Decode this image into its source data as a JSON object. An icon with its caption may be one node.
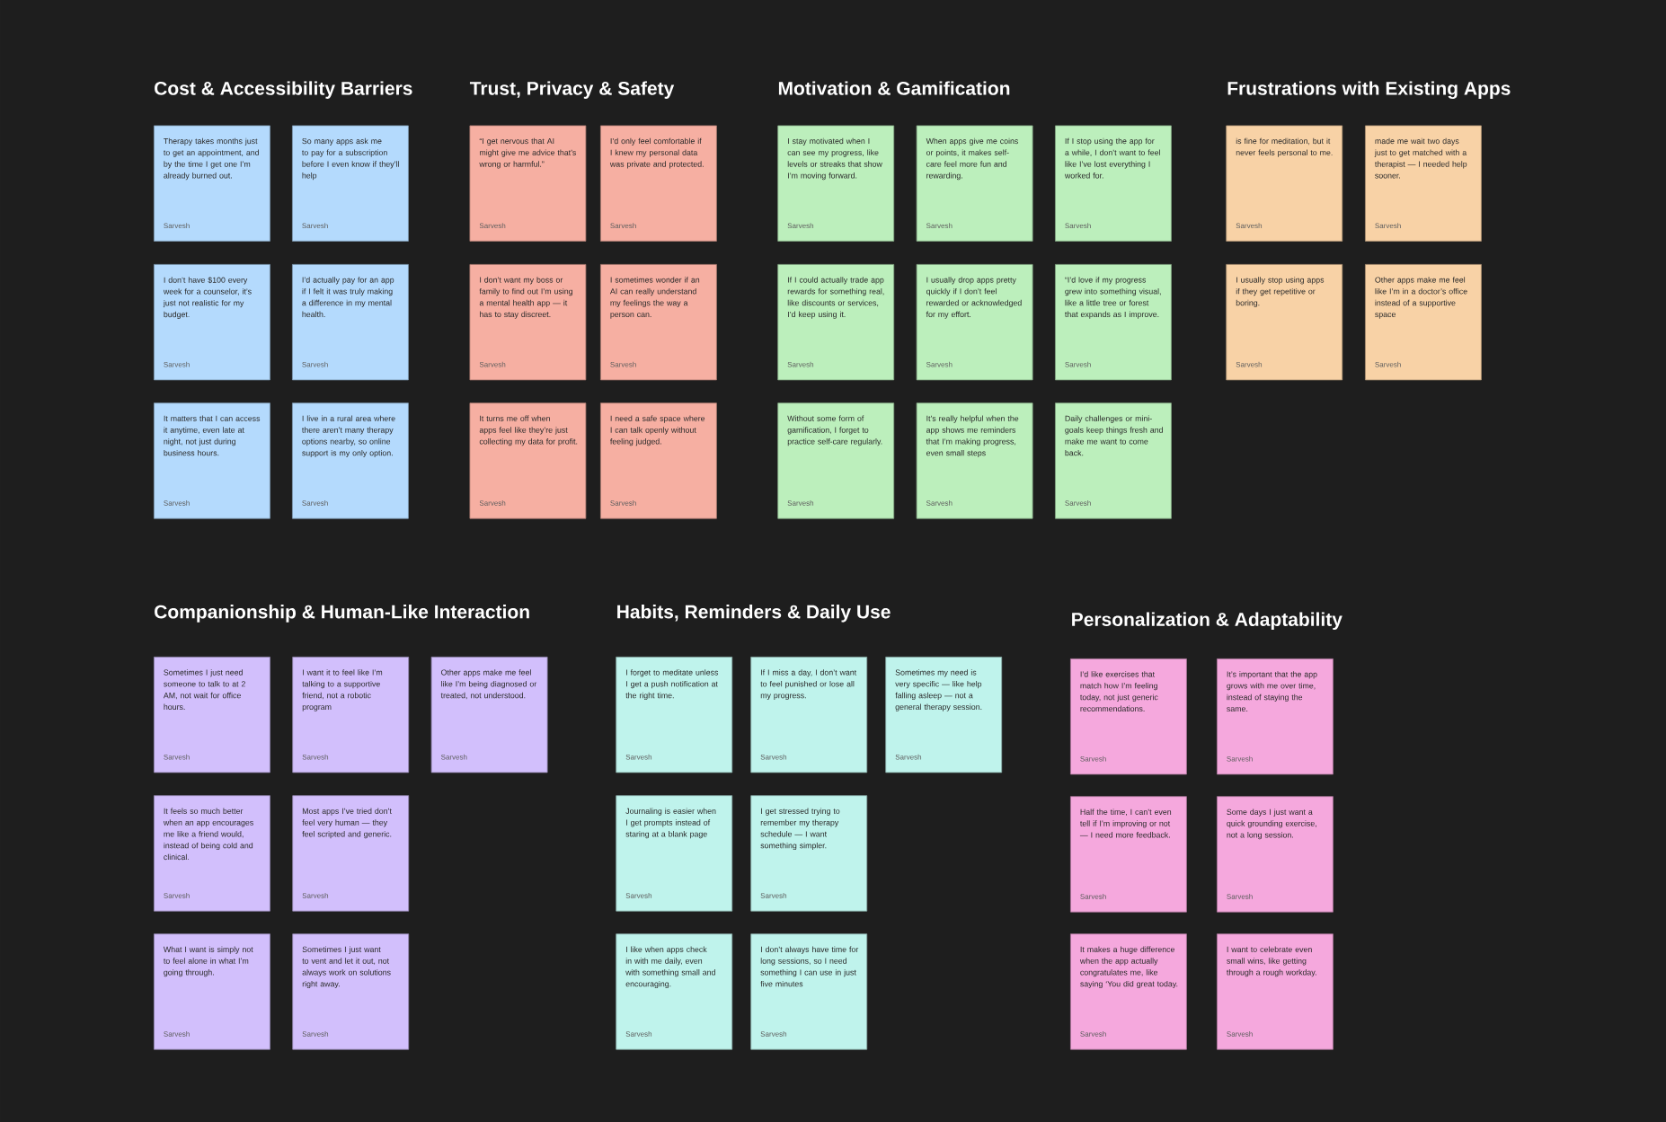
{
  "diagram": {
    "nodes": [
      {
        "text": [
          "Therapy takes months just to get an appointment, and by the time I get one I’m already burned out.",
          "Sarvesh"
        ]
      },
      {
        "text": [
          "So many apps ask me to pay for a subscription before I even know if they’ll help",
          "Sarvesh"
        ]
      },
      {
        "text": [
          "I don’t have $100 every week for a counselor, it’s just not realistic for my budget.",
          "Sarvesh"
        ]
      },
      {
        "text": [
          "I’d actually pay for an app if I felt it was truly making a difference in my mental health.",
          "Sarvesh"
        ]
      },
      {
        "text": [
          "It matters that I can access it anytime, even late at night, not just during business hours.",
          "Sarvesh"
        ]
      },
      {
        "text": [
          "I live in a rural area where there aren’t many therapy options nearby, so online support is my only option.",
          "Sarvesh"
        ]
      },
      {
        "text": [
          "“I get nervous that AI might give me advice that’s wrong or harmful.”",
          "Sarvesh"
        ]
      },
      {
        "text": [
          "I’d only feel comfortable if I knew my personal data was private and protected.",
          "Sarvesh"
        ]
      },
      {
        "text": [
          "I don’t want my boss or family to find out I’m using a mental health app — it has to stay discreet.",
          "Sarvesh"
        ]
      },
      {
        "text": [
          "I sometimes wonder if an AI can really understand my feelings the way a person can.",
          "Sarvesh"
        ]
      },
      {
        "text": [
          "It turns me off when apps feel like they’re just collecting my data for profit.",
          "Sarvesh"
        ]
      },
      {
        "text": [
          "I need a safe space where I can talk openly without feeling judged.",
          "Sarvesh"
        ]
      },
      {
        "text": [
          "I stay motivated when I can see my progress, like levels or streaks that show I’m moving forward.",
          "Sarvesh"
        ]
      },
      {
        "text": [
          "When apps give me coins or points, it makes self-care feel more fun and rewarding.",
          "Sarvesh"
        ]
      },
      {
        "text": [
          "If I stop using the app for a while, I don’t want to feel like I’ve lost everything I worked for.",
          "Sarvesh"
        ]
      },
      {
        "text": [
          "If I could actually trade app rewards for something real, like discounts or services, I’d keep using it.",
          "Sarvesh"
        ]
      },
      {
        "text": [
          "I usually drop apps pretty quickly if I don’t feel rewarded or acknowledged for my effort.",
          "Sarvesh"
        ]
      },
      {
        "text": [
          "“I’d love if my progress grew into something visual, like a little tree or forest that expands as I improve.",
          "Sarvesh"
        ]
      },
      {
        "text": [
          "Without some form of gamification, I forget to practice self-care regularly.",
          "Sarvesh"
        ]
      },
      {
        "text": [
          "It’s really helpful when the app shows me reminders that I’m making progress, even small steps",
          "Sarvesh"
        ]
      },
      {
        "text": [
          "Daily challenges or mini-goals keep things fresh and make me want to come back.",
          "Sarvesh"
        ]
      },
      {
        "text": [
          "is fine for meditation, but it never feels personal to me.",
          "Sarvesh"
        ]
      },
      {
        "text": [
          "made me wait two days just to get matched with a therapist — I needed help sooner.",
          "Sarvesh"
        ]
      },
      {
        "text": [
          "I usually stop using apps if they get repetitive or boring.",
          "Sarvesh"
        ]
      },
      {
        "text": [
          "Other apps make me feel like I’m in a doctor’s office instead of a supportive space",
          "Sarvesh"
        ]
      },
      {
        "text": [
          "Sometimes I just need someone to talk to at 2 AM, not wait for office hours.",
          "Sarvesh"
        ]
      },
      {
        "text": [
          "I want it to feel like I’m talking to a supportive friend, not a robotic program",
          "Sarvesh"
        ]
      },
      {
        "text": [
          "Other apps make me feel like I’m being diagnosed or treated, not understood.",
          "Sarvesh"
        ]
      },
      {
        "text": [
          "It feels so much better when an app encourages me like a friend would, instead of being cold and clinical.",
          "Sarvesh"
        ]
      },
      {
        "text": [
          "Most apps I’ve tried don’t feel very human — they feel scripted and generic.",
          "Sarvesh"
        ]
      },
      {
        "text": [
          "What I want is simply not to feel alone in what I’m going through.",
          "Sarvesh"
        ]
      },
      {
        "text": [
          "Sometimes I just want to vent and let it out, not always work on solutions right away.",
          "Sarvesh"
        ]
      },
      {
        "text": [
          "I forget to meditate unless I get a push notification at the right time.",
          "Sarvesh"
        ]
      },
      {
        "text": [
          "If I miss a day, I don’t want to feel punished or lose all my progress.",
          "Sarvesh"
        ]
      },
      {
        "text": [
          "Sometimes my need is very specific — like help falling asleep — not a general therapy session.",
          "Sarvesh"
        ]
      },
      {
        "text": [
          "Journaling is easier when I get prompts instead of staring at a blank page",
          "Sarvesh"
        ]
      },
      {
        "text": [
          "I get stressed trying to remember my therapy schedule — I want something simpler.",
          "Sarvesh"
        ]
      },
      {
        "text": [
          "I like when apps check in with me daily, even with something small and encouraging.",
          "Sarvesh"
        ]
      },
      {
        "text": [
          "I don’t always have time for long sessions, so I need something I can use in just five minutes",
          "Sarvesh"
        ]
      },
      {
        "text": [
          "I’d like exercises that match how I’m feeling today, not just generic recommendations.",
          "Sarvesh"
        ]
      },
      {
        "text": [
          "It’s important that the app grows with me over time, instead of staying the same.",
          "Sarvesh"
        ]
      },
      {
        "text": [
          "Half the time, I can’t even tell if I’m improving or not — I need more feedback.",
          "Sarvesh"
        ]
      },
      {
        "text": [
          "Some days I just want a quick grounding exercise, not a long session.",
          "Sarvesh"
        ]
      },
      {
        "text": [
          "It makes a huge difference when the app actually congratulates me, like saying ‘You did great today.",
          "Sarvesh"
        ]
      },
      {
        "text": [
          "I want to celebrate even small wins, like getting through a rough workday.",
          "Sarvesh"
        ]
      }
    ],
    "labels": [
      "Cost & Accessibility Barriers",
      "Trust, Privacy & Safety",
      "Motivation & Gamification",
      "Frustrations with Existing Apps",
      "Companionship & Human-Like Interaction",
      "Habits, Reminders & Daily Use",
      "Personalization & Adaptability"
    ]
  }
}
